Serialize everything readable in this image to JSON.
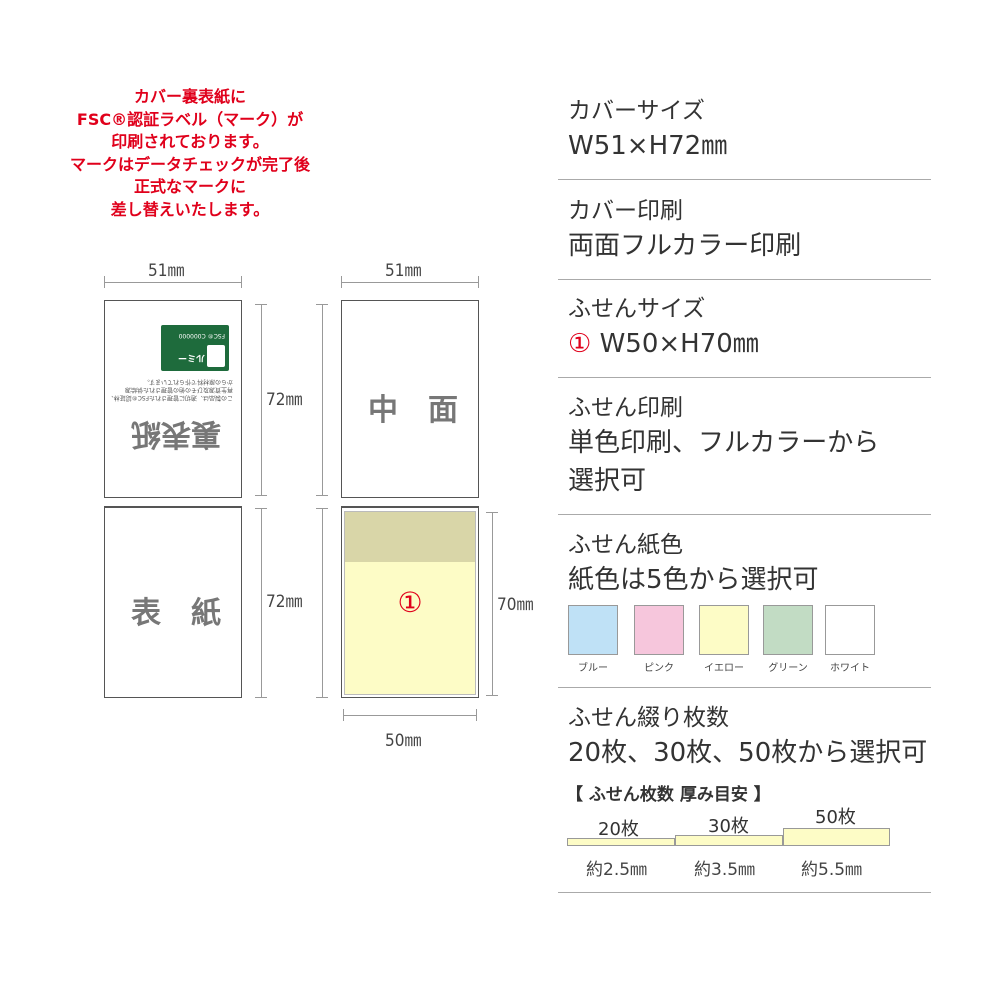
{
  "note": {
    "lines": [
      "カバー裏表紙に",
      "FSC®認証ラベル（マーク）が",
      "印刷されております。",
      "マークはデータチェックが完了後",
      "正式なマークに",
      "差し替えいたします。"
    ]
  },
  "diagram": {
    "cover_width": "51㎜",
    "inner_width": "51㎜",
    "cover_height_top": "72㎜",
    "cover_height_bottom": "72㎜",
    "pad_height": "70㎜",
    "pad_width": "50㎜",
    "back_cover_label": "裏表紙",
    "front_cover_label": "表　紙",
    "inside_label": "中　面",
    "pad_number": "①",
    "fsc": {
      "text_lines": [
        "この製品は、適切に管理されたFSC®認証林、",
        "再生資源及びその他の管理された供給源",
        "からの原材料で作られています。"
      ],
      "brand": "ルミー",
      "code": "FSC® C000000",
      "green": "#1e6b3c"
    }
  },
  "specs": {
    "cover_size": {
      "title": "カバーサイズ",
      "value": "W51×H72㎜"
    },
    "cover_print": {
      "title": "カバー印刷",
      "value": "両面フルカラー印刷"
    },
    "sticky_size": {
      "title": "ふせんサイズ",
      "number": "①",
      "value": " W50×H70㎜"
    },
    "sticky_print": {
      "title": "ふせん印刷",
      "value_line1": "単色印刷、フルカラーから",
      "value_line2": "選択可"
    },
    "paper_color": {
      "title": "ふせん紙色",
      "value": "紙色は5色から選択可",
      "swatches": [
        {
          "label": "ブルー",
          "color": "#bfe1f6"
        },
        {
          "label": "ピンク",
          "color": "#f6c6dc"
        },
        {
          "label": "イエロー",
          "color": "#fdfcc6"
        },
        {
          "label": "グリーン",
          "color": "#c2dcc4"
        },
        {
          "label": "ホワイト",
          "color": "#ffffff"
        }
      ]
    },
    "sheet_count": {
      "title": "ふせん綴り枚数",
      "value": "20枚、30枚、50枚から選択可",
      "thickness_heading": "【 ふせん枚数 厚み目安 】",
      "pads": [
        {
          "count": "20枚",
          "thickness": "約2.5㎜"
        },
        {
          "count": "30枚",
          "thickness": "約3.5㎜"
        },
        {
          "count": "50枚",
          "thickness": "約5.5㎜"
        }
      ]
    }
  },
  "colors": {
    "accent_red": "#e0001b",
    "pad_yellow": "#fdfcc6",
    "pad_header": "#d9d6a8"
  }
}
